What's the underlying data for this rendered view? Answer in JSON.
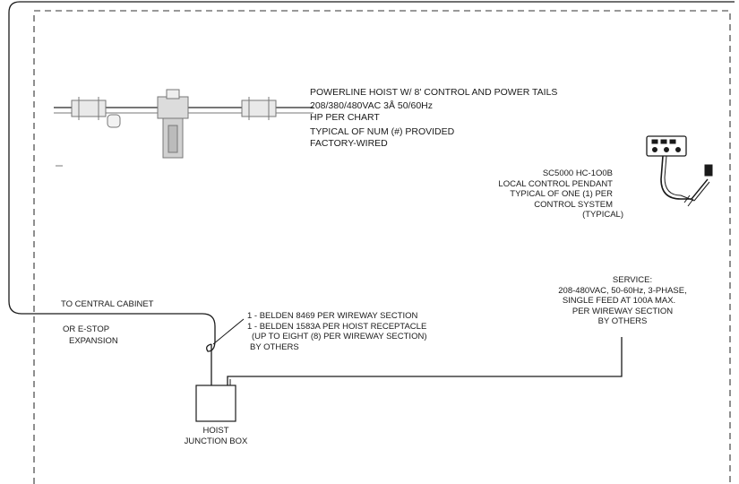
{
  "hoist": {
    "lines": [
      "POWERLINE HOIST W/ 8' CONTROL AND POWER TAILS",
      "208/380/480VAC 3Å 50/60Hz",
      "HP PER CHART",
      "TYPICAL OF NUM (#) PROVIDED",
      "FACTORY-WIRED"
    ]
  },
  "pendant": {
    "lines": [
      "SC5000 HC-1O0B",
      "LOCAL CONTROL PENDANT",
      "TYPICAL OF ONE (1) PER",
      "CONTROL SYSTEM",
      "(TYPICAL)"
    ]
  },
  "service": {
    "lines": [
      "SERVICE:",
      "208-480VAC, 50-60Hz, 3-PHASE,",
      "SINGLE FEED AT 100A MAX.",
      "PER WIREWAY SECTION",
      "BY OTHERS"
    ]
  },
  "central": {
    "title": "TO CENTRAL CABINET",
    "sub1": "OR E-STOP",
    "sub2": "EXPANSION"
  },
  "belden": {
    "lines": [
      "1 - BELDEN 8469 PER WIREWAY SECTION",
      "1 - BELDEN 1583A PER HOIST RECEPTACLE",
      "(UP TO EIGHT (8) PER WIREWAY SECTION)",
      "BY OTHERS"
    ]
  },
  "junction": {
    "line1": "HOIST",
    "line2": "JUNCTION BOX"
  }
}
